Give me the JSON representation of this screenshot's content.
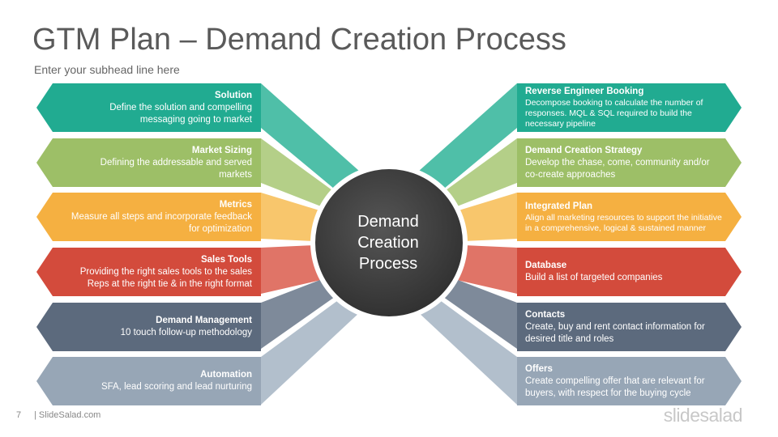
{
  "title": "GTM Plan – Demand Creation Process",
  "subhead": "Enter your subhead line here",
  "center": {
    "line1": "Demand",
    "line2": "Creation",
    "line3": "Process"
  },
  "colors": {
    "teal": "#21ab91",
    "green": "#9dbf67",
    "orange": "#f5b041",
    "red": "#d34b3c",
    "slate": "#5c6a7d",
    "grey": "#97a6b6",
    "circle": "#3d3d3d"
  },
  "left": [
    {
      "heading": "Solution",
      "line1": "Define the solution and compelling",
      "line2": "messaging going to market"
    },
    {
      "heading": "Market Sizing",
      "line1": "Defining the addressable and served",
      "line2": "markets"
    },
    {
      "heading": "Metrics",
      "line1": "Measure all steps and incorporate feedback",
      "line2": "for optimization"
    },
    {
      "heading": "Sales Tools",
      "line1": "Providing the right sales tools to the sales",
      "line2": "Reps at the right tie & in the right format"
    },
    {
      "heading": "Demand Management",
      "line1": "10 touch follow-up methodology",
      "line2": ""
    },
    {
      "heading": "Automation",
      "line1": "SFA, lead scoring and lead nurturing",
      "line2": ""
    }
  ],
  "right": [
    {
      "heading": "Reverse Engineer  Booking",
      "line1": "Decompose booking to calculate the number of",
      "line2": "responses. MQL & SQL required to build the",
      "line3": "necessary pipeline"
    },
    {
      "heading": "Demand Creation Strategy",
      "line1": "Develop the chase, come, community and/or",
      "line2": "co-create approaches",
      "line3": ""
    },
    {
      "heading": "Integrated Plan",
      "line1": "Align all marketing resources to support the initiative",
      "line2": "in a comprehensive, logical & sustained manner",
      "line3": ""
    },
    {
      "heading": "Database",
      "line1": "Build a list of targeted companies",
      "line2": "",
      "line3": ""
    },
    {
      "heading": "Contacts",
      "line1": "Create, buy and rent contact information for",
      "line2": "desired title and roles",
      "line3": ""
    },
    {
      "heading": "Offers",
      "line1": "Create compelling offer that are relevant for",
      "line2": "buyers, with respect for the buying cycle",
      "line3": ""
    }
  ],
  "footer": {
    "page": "7",
    "site": "| SlideSalad.com",
    "logo": "slidesalad"
  }
}
